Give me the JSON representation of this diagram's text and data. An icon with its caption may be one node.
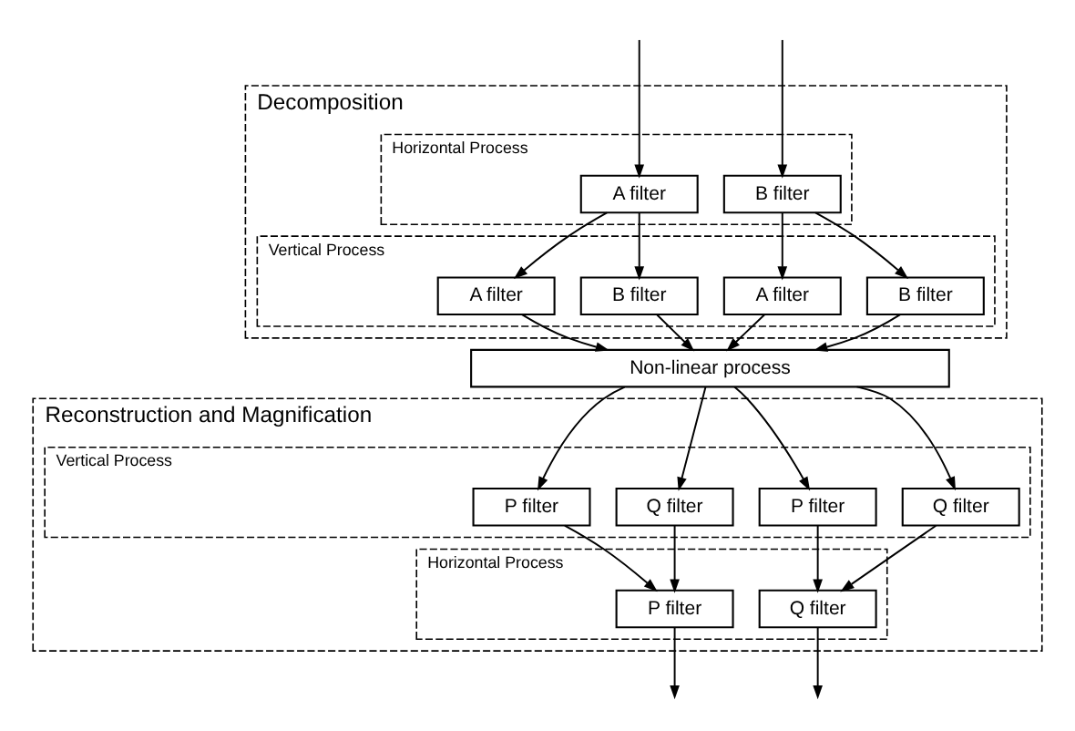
{
  "diagram": {
    "nodes": [
      {
        "text": [
          "Decomposition"
        ]
      },
      {
        "text": [
          "Horizontal Process"
        ],
        "in": 0
      },
      {
        "text": [
          "A filter"
        ],
        "in": 1
      },
      {
        "text": [
          "B filter"
        ],
        "in": 1
      },
      {
        "text": [
          "Vertical Process"
        ],
        "in": 0
      },
      {
        "text": [
          "A filter"
        ],
        "in": 4
      },
      {
        "text": [
          "B filter"
        ],
        "in": 4
      },
      {
        "text": [
          "A filter"
        ],
        "in": 4
      },
      {
        "text": [
          "B filter"
        ],
        "in": 4
      },
      {
        "text": [
          "Non-linear process"
        ]
      },
      {
        "text": [
          "Reconstruction and Magnification"
        ]
      },
      {
        "text": [
          "Vertical Process"
        ],
        "in": 10
      },
      {
        "text": [
          "P filter"
        ],
        "in": 11
      },
      {
        "text": [
          "Q filter"
        ],
        "in": 11
      },
      {
        "text": [
          "P filter"
        ],
        "in": 11
      },
      {
        "text": [
          "Q filter"
        ],
        "in": 11
      },
      {
        "text": [
          "Horizontal Process"
        ],
        "in": 10
      },
      {
        "text": [
          "P filter"
        ],
        "in": 16
      },
      {
        "text": [
          "Q filter"
        ],
        "in": 16
      }
    ],
    "edges": [
      {
        "from": null,
        "to": 2,
        "arrow": "to"
      },
      {
        "from": null,
        "to": 3,
        "arrow": "to"
      },
      {
        "from": 2,
        "to": 5,
        "arrow": "to"
      },
      {
        "from": 2,
        "to": 6,
        "arrow": "to"
      },
      {
        "from": 3,
        "to": 7,
        "arrow": "to"
      },
      {
        "from": 3,
        "to": 8,
        "arrow": "to"
      },
      {
        "from": 5,
        "to": 9,
        "arrow": "to"
      },
      {
        "from": 6,
        "to": 9,
        "arrow": "to"
      },
      {
        "from": 7,
        "to": 9,
        "arrow": "to"
      },
      {
        "from": 8,
        "to": 9,
        "arrow": "to"
      },
      {
        "from": 9,
        "to": 12,
        "arrow": "to"
      },
      {
        "from": 9,
        "to": 13,
        "arrow": "to"
      },
      {
        "from": 9,
        "to": 14,
        "arrow": "to"
      },
      {
        "from": 9,
        "to": 15,
        "arrow": "to"
      },
      {
        "from": 12,
        "to": 17,
        "arrow": "to"
      },
      {
        "from": 13,
        "to": 17,
        "arrow": "to"
      },
      {
        "from": 14,
        "to": 18,
        "arrow": "to"
      },
      {
        "from": 15,
        "to": 18,
        "arrow": "to"
      },
      {
        "from": 17,
        "to": null,
        "arrow": "to"
      },
      {
        "from": 18,
        "to": null,
        "arrow": "to"
      }
    ]
  }
}
